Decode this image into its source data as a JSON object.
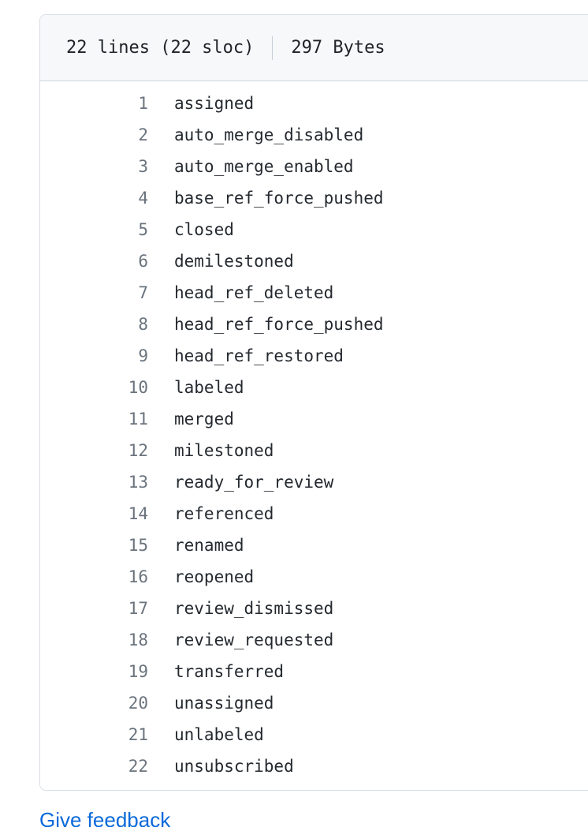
{
  "file_view": {
    "header": {
      "lines_label": "22 lines (22 sloc)",
      "size_label": "297 Bytes"
    },
    "lines": [
      {
        "number": "1",
        "text": "assigned"
      },
      {
        "number": "2",
        "text": "auto_merge_disabled"
      },
      {
        "number": "3",
        "text": "auto_merge_enabled"
      },
      {
        "number": "4",
        "text": "base_ref_force_pushed"
      },
      {
        "number": "5",
        "text": "closed"
      },
      {
        "number": "6",
        "text": "demilestoned"
      },
      {
        "number": "7",
        "text": "head_ref_deleted"
      },
      {
        "number": "8",
        "text": "head_ref_force_pushed"
      },
      {
        "number": "9",
        "text": "head_ref_restored"
      },
      {
        "number": "10",
        "text": "labeled"
      },
      {
        "number": "11",
        "text": "merged"
      },
      {
        "number": "12",
        "text": "milestoned"
      },
      {
        "number": "13",
        "text": "ready_for_review"
      },
      {
        "number": "14",
        "text": "referenced"
      },
      {
        "number": "15",
        "text": "renamed"
      },
      {
        "number": "16",
        "text": "reopened"
      },
      {
        "number": "17",
        "text": "review_dismissed"
      },
      {
        "number": "18",
        "text": "review_requested"
      },
      {
        "number": "19",
        "text": "transferred"
      },
      {
        "number": "20",
        "text": "unassigned"
      },
      {
        "number": "21",
        "text": "unlabeled"
      },
      {
        "number": "22",
        "text": "unsubscribed"
      }
    ]
  },
  "footer": {
    "feedback_label": "Give feedback"
  },
  "colors": {
    "header_bg": "#f6f8fa",
    "border": "#d8dee4",
    "header_border": "#d0d7de",
    "code_text": "#24292f",
    "line_number_text": "#6a737d",
    "link": "#0969da"
  }
}
